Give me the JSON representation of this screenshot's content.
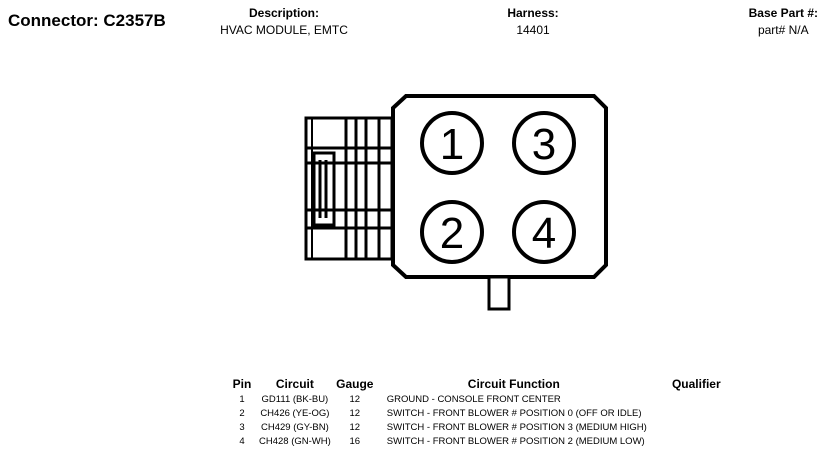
{
  "connector_title": "Connector: C2357B",
  "description": {
    "label": "Description:",
    "value": "HVAC MODULE, EMTC"
  },
  "harness": {
    "label": "Harness:",
    "value": "14401"
  },
  "base_part": {
    "label": "Base Part #:",
    "value": "part# N/A"
  },
  "diagram": {
    "pin_labels": [
      "1",
      "3",
      "2",
      "4"
    ]
  },
  "pin_table": {
    "headers": {
      "pin": "Pin",
      "circuit": "Circuit",
      "gauge": "Gauge",
      "function": "Circuit Function",
      "qualifier": "Qualifier"
    },
    "rows": [
      {
        "pin": "1",
        "circuit": "GD111 (BK-BU)",
        "gauge": "12",
        "function": "GROUND - CONSOLE FRONT CENTER",
        "qualifier": ""
      },
      {
        "pin": "2",
        "circuit": "CH426 (YE-OG)",
        "gauge": "12",
        "function": "SWITCH - FRONT BLOWER # POSITION 0 (OFF OR IDLE)",
        "qualifier": ""
      },
      {
        "pin": "3",
        "circuit": "CH429 (GY-BN)",
        "gauge": "12",
        "function": "SWITCH - FRONT BLOWER # POSITION 3 (MEDIUM HIGH)",
        "qualifier": ""
      },
      {
        "pin": "4",
        "circuit": "CH428 (GN-WH)",
        "gauge": "16",
        "function": "SWITCH - FRONT BLOWER # POSITION 2 (MEDIUM LOW)",
        "qualifier": ""
      }
    ]
  }
}
